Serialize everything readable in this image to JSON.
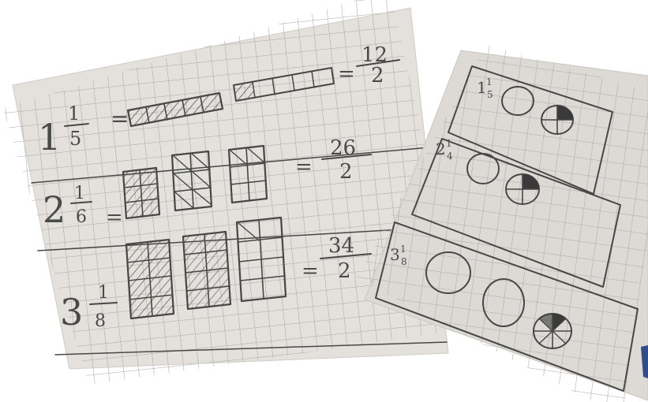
{
  "left_sheet": {
    "rows": [
      {
        "whole": "1",
        "numerator": "1",
        "denominator": "5",
        "result_numerator": "12",
        "result_denominator": "2"
      },
      {
        "whole": "2",
        "numerator": "1",
        "denominator": "6",
        "result_numerator": "26",
        "result_denominator": "2"
      },
      {
        "whole": "3",
        "numerator": "1",
        "denominator": "8",
        "result_numerator": "34",
        "result_denominator": "2"
      }
    ],
    "equals": "="
  },
  "right_sheet": {
    "rows": [
      {
        "whole": "1",
        "numerator": "1",
        "denominator": "5"
      },
      {
        "whole": "2",
        "numerator": "1",
        "denominator": "4"
      },
      {
        "whole": "3",
        "numerator": "1",
        "denominator": "8"
      }
    ]
  },
  "colors": {
    "paper": "#e4e1dc",
    "paper_shadow": "#d2cfc9",
    "grid": "#a9a7a4",
    "pencil": "#474747"
  }
}
